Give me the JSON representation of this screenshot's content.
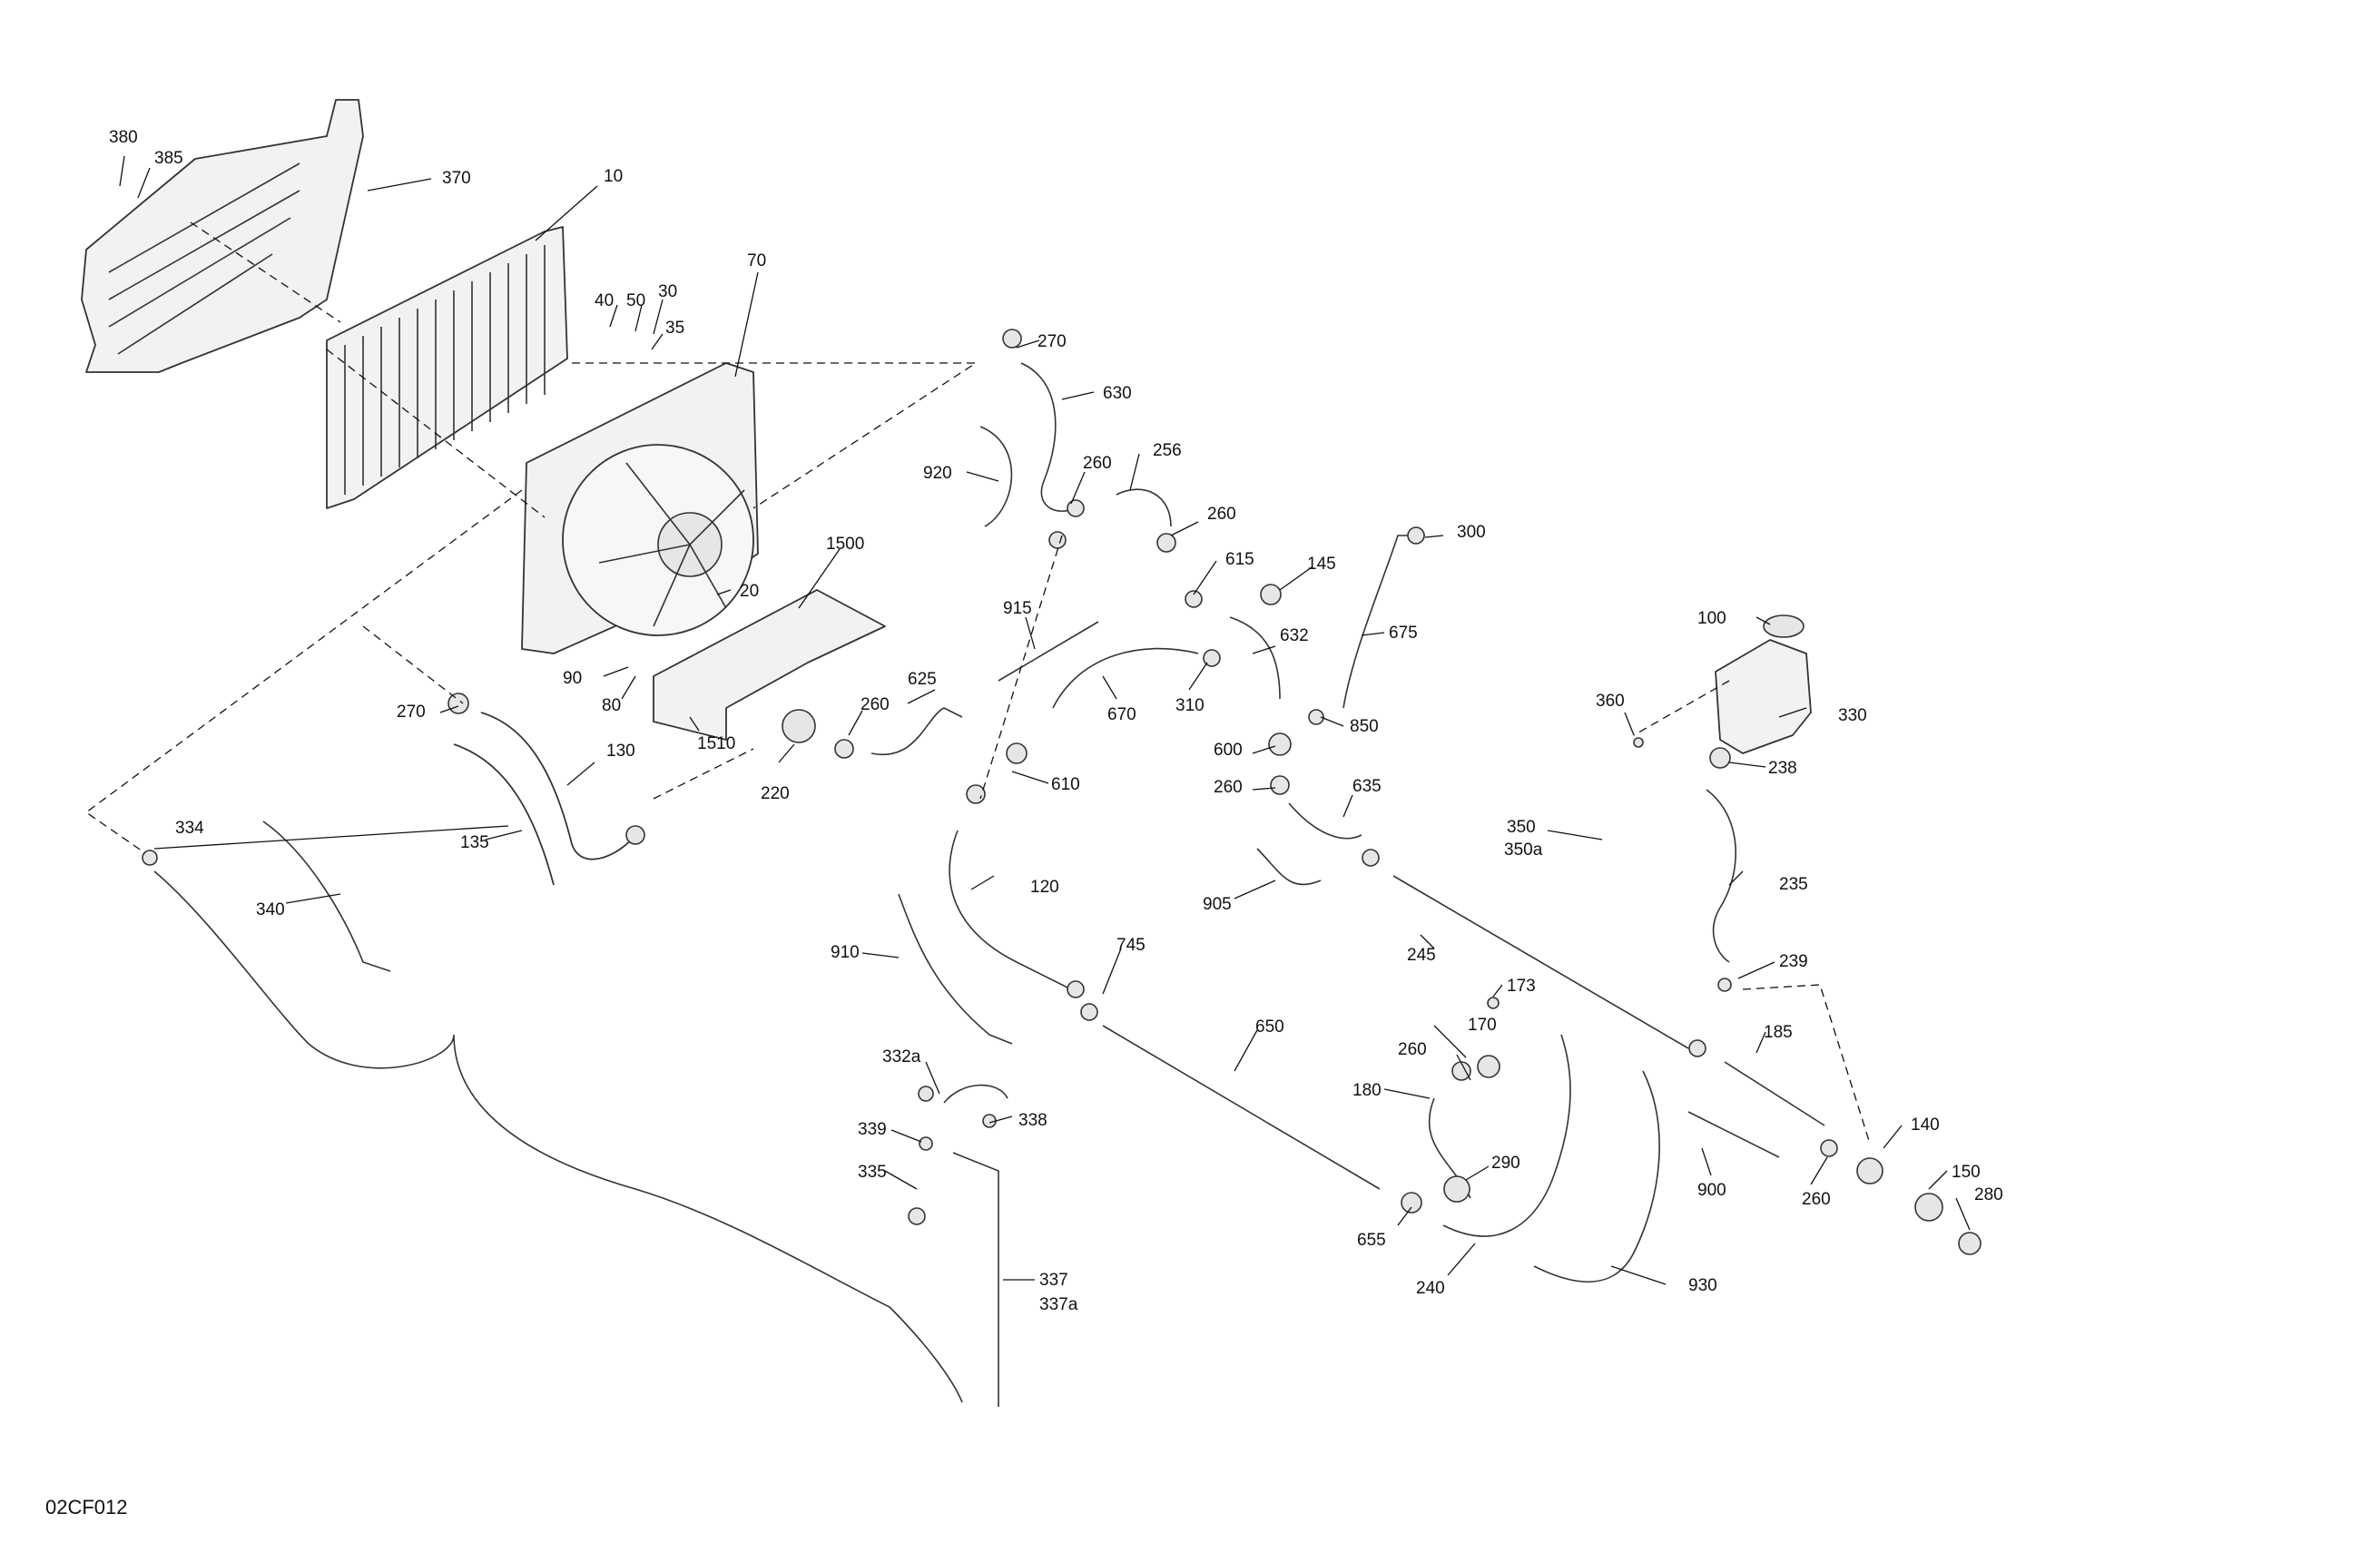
{
  "drawing": {
    "code": "02CF012",
    "labels": [
      "380",
      "385",
      "370",
      "10",
      "40",
      "50",
      "30",
      "35",
      "70",
      "270",
      "630",
      "920",
      "260",
      "256",
      "260",
      "300",
      "615",
      "145",
      "1500",
      "20",
      "90",
      "80",
      "1510",
      "270",
      "130",
      "135",
      "915",
      "670",
      "310",
      "632",
      "675",
      "850",
      "625",
      "260",
      "220",
      "610",
      "600",
      "260",
      "635",
      "905",
      "100",
      "360",
      "330",
      "238",
      "350",
      "350a",
      "235",
      "239",
      "334",
      "340",
      "120",
      "910",
      "745",
      "650",
      "245",
      "173",
      "170",
      "260",
      "185",
      "180",
      "290",
      "140",
      "150",
      "280",
      "260",
      "900",
      "655",
      "240",
      "930",
      "332a",
      "338",
      "339",
      "335",
      "337",
      "337a"
    ]
  }
}
